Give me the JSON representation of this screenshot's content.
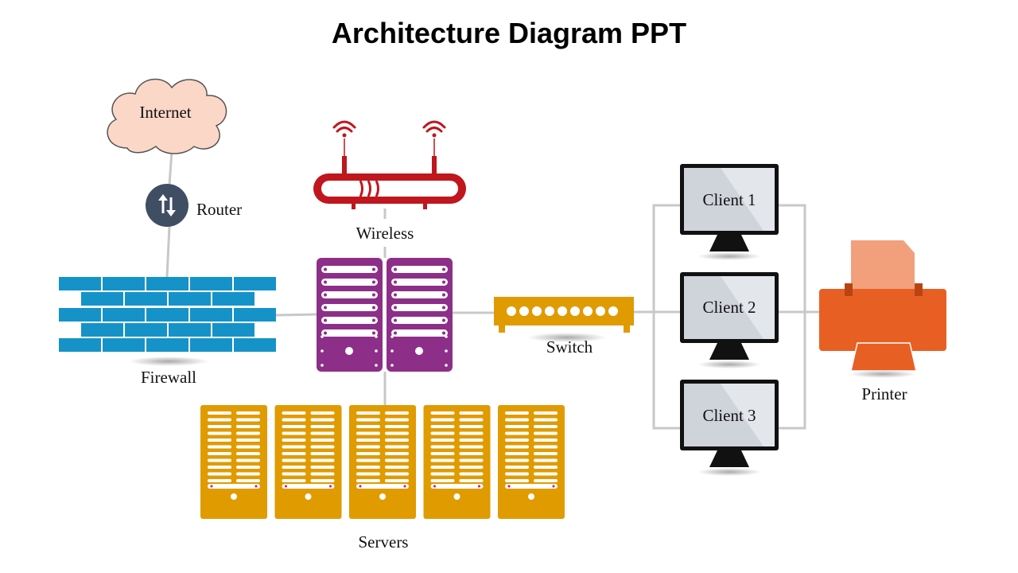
{
  "title": "Architecture Diagram PPT",
  "nodes": {
    "internet": "Internet",
    "router": "Router",
    "wireless": "Wireless",
    "firewall": "Firewall",
    "switch": "Switch",
    "servers": "Servers",
    "client1": "Client 1",
    "client2": "Client 2",
    "client3": "Client 3",
    "printer": "Printer"
  },
  "edges": [
    [
      "internet",
      "router"
    ],
    [
      "router",
      "firewall"
    ],
    [
      "firewall",
      "main-server"
    ],
    [
      "wireless",
      "main-server"
    ],
    [
      "main-server",
      "servers"
    ],
    [
      "main-server",
      "switch"
    ],
    [
      "switch",
      "client2"
    ],
    [
      "switch",
      "client1"
    ],
    [
      "switch",
      "client3"
    ],
    [
      "client1",
      "printer"
    ],
    [
      "client2",
      "printer"
    ],
    [
      "client3",
      "printer"
    ]
  ],
  "colors": {
    "cloud_fill": "#fbd7c8",
    "router_fill": "#3f4e63",
    "firewall_blue": "#1593c8",
    "wireless_red": "#c0161d",
    "main_server_purple": "#8d2f88",
    "server_gold": "#e09b00",
    "switch_gold": "#e09b00",
    "monitor_screen": "#cfd3da",
    "printer_orange": "#e85f24",
    "printer_paper": "#f2a07c",
    "connector_gray": "#c8c8c8"
  },
  "icons": {
    "router": "up-down-arrows-icon",
    "wireless": "wifi-signal-icon"
  }
}
